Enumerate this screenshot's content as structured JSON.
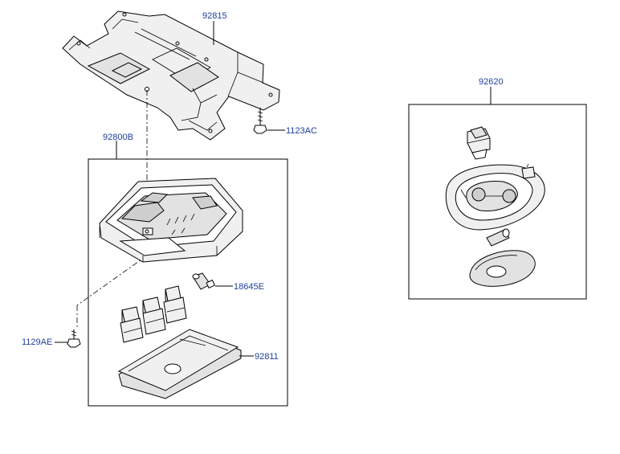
{
  "parts": {
    "p92815": "92815",
    "p1123ac": "1123AC",
    "p92800b": "92800B",
    "p18645e": "18645E",
    "p1129ae": "1129AE",
    "p92811": "92811",
    "p92620": "92620"
  }
}
